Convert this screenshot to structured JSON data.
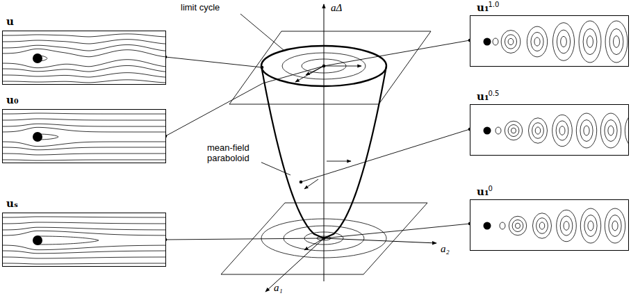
{
  "diagram": {
    "nodes": [
      {
        "text": [
          "u"
        ]
      },
      {
        "text": [
          "u₀"
        ]
      },
      {
        "text": [
          "uₛ"
        ]
      },
      {
        "text": [
          "u₁",
          "1.0"
        ]
      },
      {
        "text": [
          "u₁",
          "0.5"
        ]
      },
      {
        "text": [
          "u₁",
          "0"
        ]
      }
    ],
    "labels": [
      "limit cycle",
      "aΔ",
      "mean-field paraboloid",
      "a₂",
      "a₁"
    ]
  }
}
